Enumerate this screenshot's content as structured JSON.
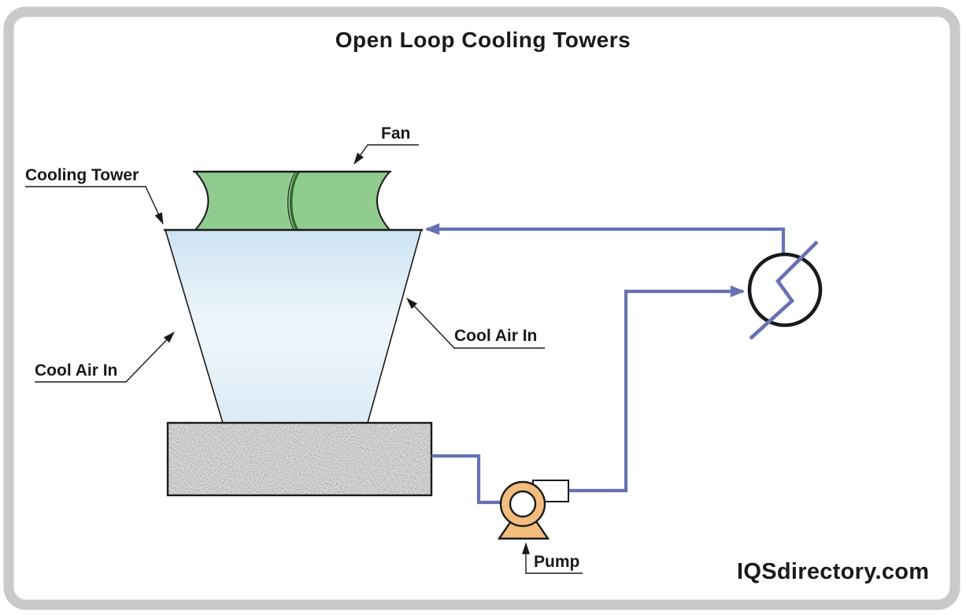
{
  "title": "Open Loop Cooling Towers",
  "watermark": "IQSdirectory.com",
  "labels": {
    "fan": "Fan",
    "cooling_tower": "Cooling Tower",
    "cool_air_in_left": "Cool Air In",
    "cool_air_in_right": "Cool Air In",
    "pump": "Pump"
  },
  "components": {
    "fan": "axial fan on tower deck",
    "cooling_tower": "open loop cooling tower shell",
    "basin": "water collection basin",
    "pump": "circulation pump",
    "heat_exchanger": "heat exchanger",
    "piping": "closed water circuit piping"
  },
  "colors": {
    "ink": "#1a1a1a",
    "frame-gray": "#c7c9cb",
    "fan-green": "#90cb90",
    "fan-divider": "#2f6b2f",
    "tower-top": "#cde4f3",
    "tower-mid": "#eff6fb",
    "tower-bottom": "#dcebf6",
    "pipe-blue": "#6672b3",
    "pump-orange": "#f2bc7d",
    "basin-gray": "#9a9a9a"
  }
}
